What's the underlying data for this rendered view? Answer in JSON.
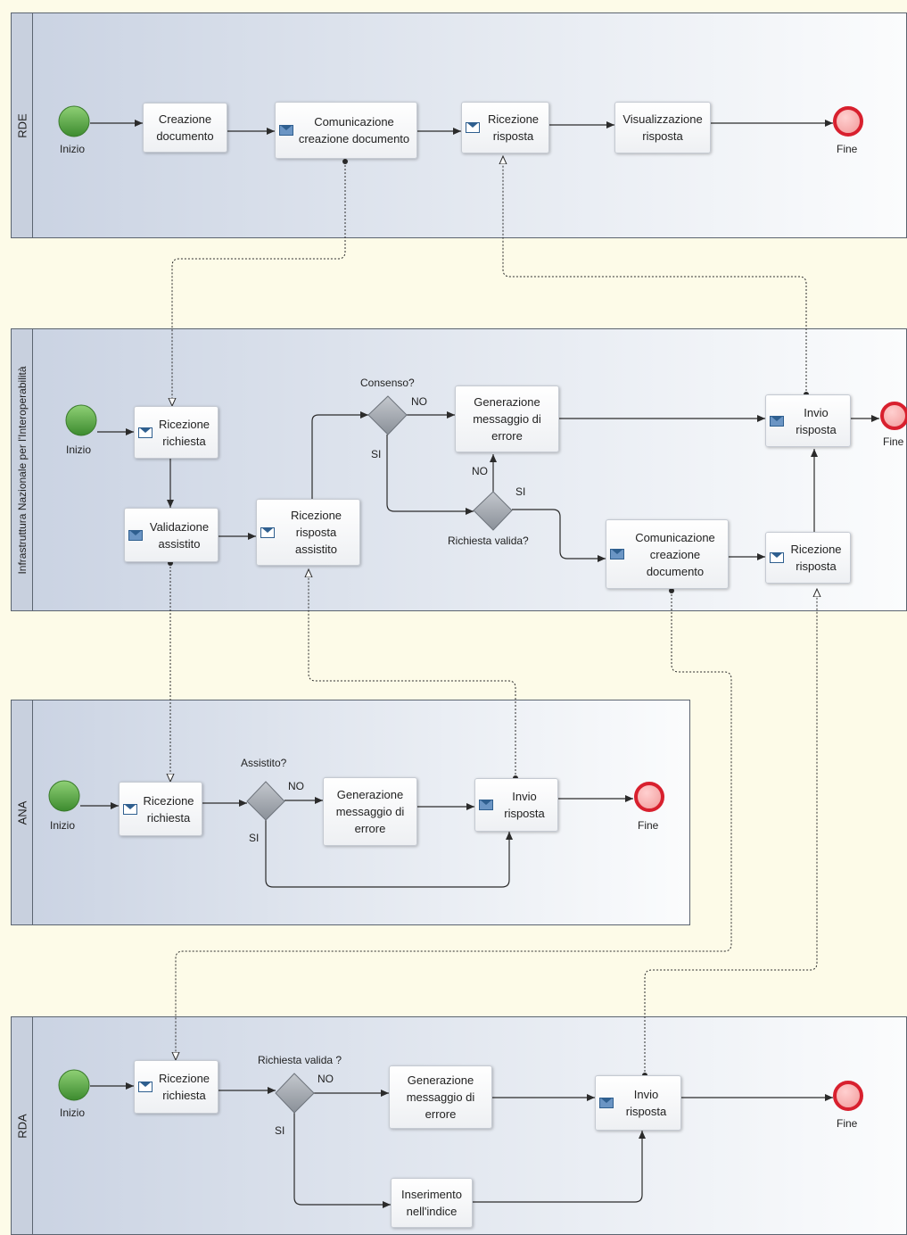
{
  "colors": {
    "start": "#5aa845",
    "end": "#d8202e",
    "gateway": "#9aa0a8",
    "pool_border": "#5b6470",
    "background": "#fdfbe8"
  },
  "pools": {
    "rde": "RDE",
    "ini": "Infrastruttura Nazionale per l'Interoperabilità",
    "ana": "ANA",
    "rda": "RDA"
  },
  "events": {
    "start": "Inizio",
    "end": "Fine"
  },
  "gateways": {
    "consenso": "Consenso?",
    "richiesta_valida_ini": "Richiesta valida?",
    "assistito": "Assistito?",
    "richiesta_valida_rda": "Richiesta valida ?",
    "yes": "SI",
    "no": "NO"
  },
  "rde": {
    "creazione": "Creazione\ndocumento",
    "comunicazione": "Comunicazione\ncreazione documento",
    "ricezione": "Ricezione\nrisposta",
    "visualizzazione": "Visualizzazione\nrisposta"
  },
  "ini": {
    "ricezione_richiesta": "Ricezione\nrichiesta",
    "validazione": "Validazione\nassistito",
    "ricezione_assistito": "Ricezione\nrisposta\nassistito",
    "generazione": "Generazione\nmessaggio di\nerrore",
    "invio": "Invio\nrisposta",
    "comunicazione": "Comunicazione\ncreazione\ndocumento",
    "ricezione_risposta": "Ricezione\nrisposta"
  },
  "ana": {
    "ricezione": "Ricezione\nrichiesta",
    "generazione": "Generazione\nmessaggio di\nerrore",
    "invio": "Invio\nrisposta"
  },
  "rda": {
    "ricezione": "Ricezione\nrichiesta",
    "generazione": "Generazione\nmessaggio di\nerrore",
    "inserimento": "Inserimento\nnell'indice",
    "invio": "Invio\nrisposta"
  }
}
